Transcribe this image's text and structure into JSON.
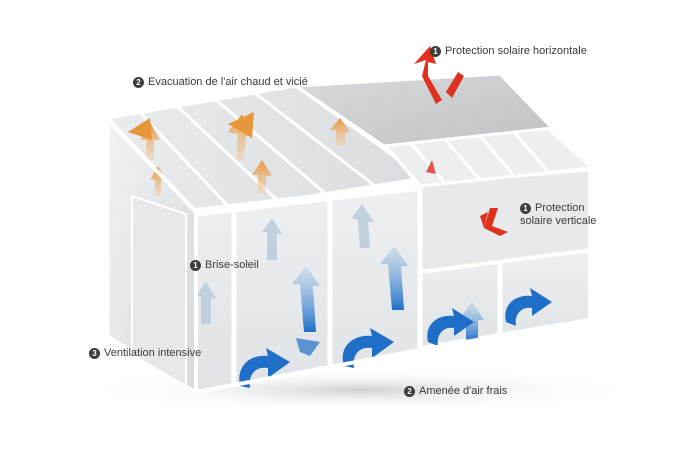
{
  "labels": {
    "protection_horizontale": {
      "number": "1",
      "text": "Protection solaire horizontale"
    },
    "evacuation": {
      "number": "2",
      "text": "Evacuation de l'air chaud et vicié"
    },
    "protection_verticale": {
      "number": "1",
      "line1": "Protection",
      "line2": "solaire verticale"
    },
    "brise_soleil": {
      "number": "1",
      "text": "Brise-soleil"
    },
    "ventilation": {
      "number": "3",
      "text": "Ventilation intensive"
    },
    "amenee": {
      "number": "2",
      "text": "Amenée d'air frais"
    }
  },
  "colors": {
    "hot_air": "#e8963a",
    "fresh_air": "#1f6fc9",
    "solar_arrow": "#e0301e",
    "frame": "#f2f2f2",
    "glass": "#e4e8eb"
  },
  "icons": [
    "hot-air-arrow-icon",
    "fresh-air-arrow-icon",
    "solar-reflect-arrow-icon"
  ]
}
